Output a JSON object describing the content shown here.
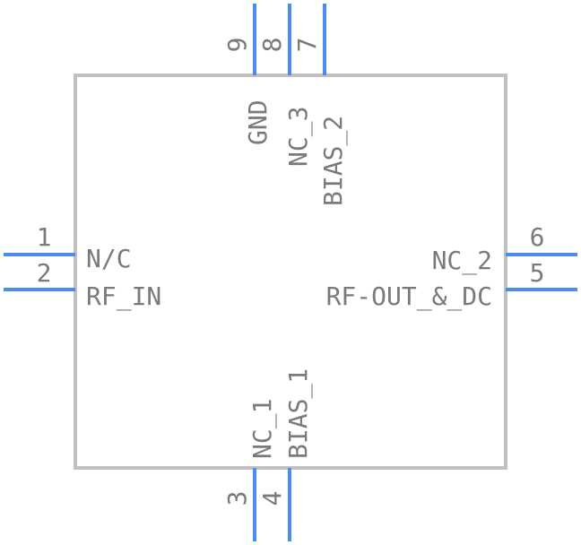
{
  "symbol": {
    "body_color": "#c0c0c0",
    "pin_color": "#4a8cf0",
    "text_color": "#7a7a7a",
    "pins": [
      {
        "number": "1",
        "label": "N/C"
      },
      {
        "number": "2",
        "label": "RF_IN"
      },
      {
        "number": "3",
        "label": "NC_1"
      },
      {
        "number": "4",
        "label": "BIAS_1"
      },
      {
        "number": "5",
        "label": "RF-OUT_&_DC"
      },
      {
        "number": "6",
        "label": "NC_2"
      },
      {
        "number": "7",
        "label": "BIAS_2"
      },
      {
        "number": "8",
        "label": "NC_3"
      },
      {
        "number": "9",
        "label": "GND"
      }
    ]
  }
}
